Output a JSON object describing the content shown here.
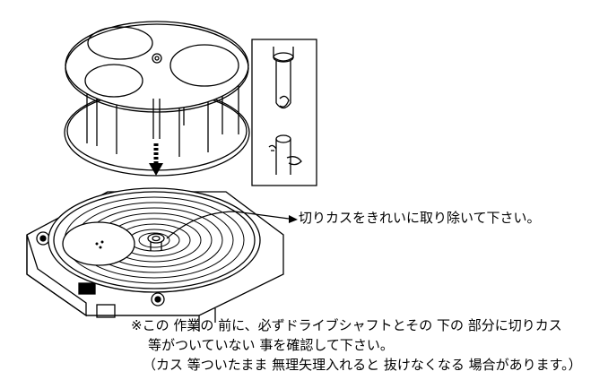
{
  "callout": {
    "text": "切りカスをきれいに取り除いて下さい。"
  },
  "note": {
    "line1": "※この 作業の 前に、必ずドライブシャフトとその 下の 部分に切りカス",
    "line2": "等がついていない 事を確認して下さい。",
    "line3": "（カス 等ついたまま 無理矢理入れると 抜けなくなる 場合があります。）"
  },
  "colors": {
    "line": "#000000",
    "background": "#ffffff"
  }
}
